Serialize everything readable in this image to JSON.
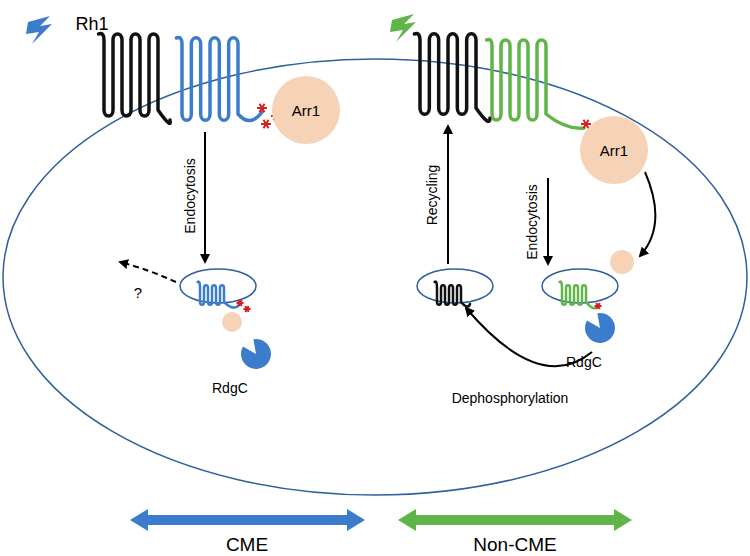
{
  "diagram": {
    "nodes": [
      {
        "text": [
          "Arr1"
        ]
      },
      {
        "text": [
          "Arr1"
        ]
      },
      {
        "text": [
          "RdgC"
        ]
      },
      {
        "text": [
          "RdgC"
        ]
      }
    ],
    "labels": [
      "Rh1",
      "Endocytosis",
      "Recycling",
      "Endocytosis",
      "?",
      "Dephosphorylation",
      "CME",
      "Non-CME"
    ]
  }
}
